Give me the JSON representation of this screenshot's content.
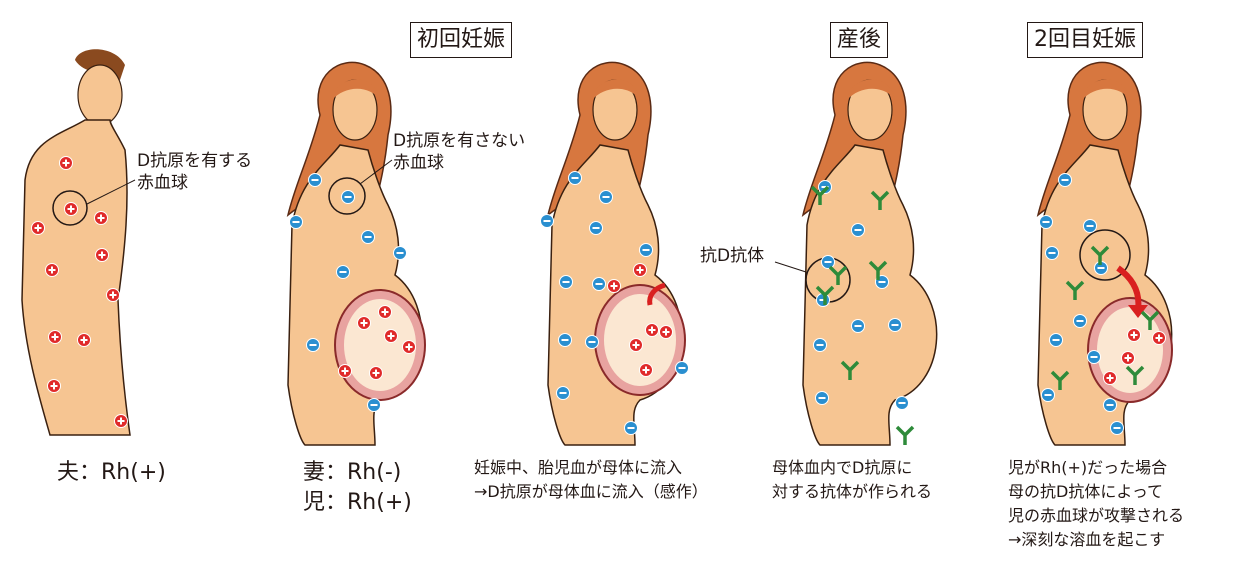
{
  "headers": {
    "first": "初回妊娠",
    "postpartum": "産後",
    "second": "2回目妊娠"
  },
  "callouts": {
    "d_positive": [
      "D抗原を有する",
      "赤血球"
    ],
    "d_negative": [
      "D抗原を有さない",
      "赤血球"
    ],
    "anti_d": "抗D抗体"
  },
  "labels": {
    "husband": "夫：Rh(+)",
    "wife": "妻：Rh(-)",
    "child": "児：Rh(+)"
  },
  "captions": {
    "first": [
      "妊娠中、胎児血が母体に流入",
      "→D抗原が母体血に流入（感作）"
    ],
    "postpartum": [
      "母体血内でD抗原に",
      "対する抗体が作られる"
    ],
    "second": [
      "児がRh(+)だった場合",
      "母の抗D抗体によって",
      "児の赤血球が攻撃される",
      "→深刻な溶血を起こす"
    ]
  },
  "colors": {
    "skin": "#f6c592",
    "hair": "#d7773f",
    "rh_positive": "#e02a2a",
    "rh_negative": "#2a8fd0",
    "antibody": "#2e8b3a",
    "uterus": "#e8a3a0"
  }
}
